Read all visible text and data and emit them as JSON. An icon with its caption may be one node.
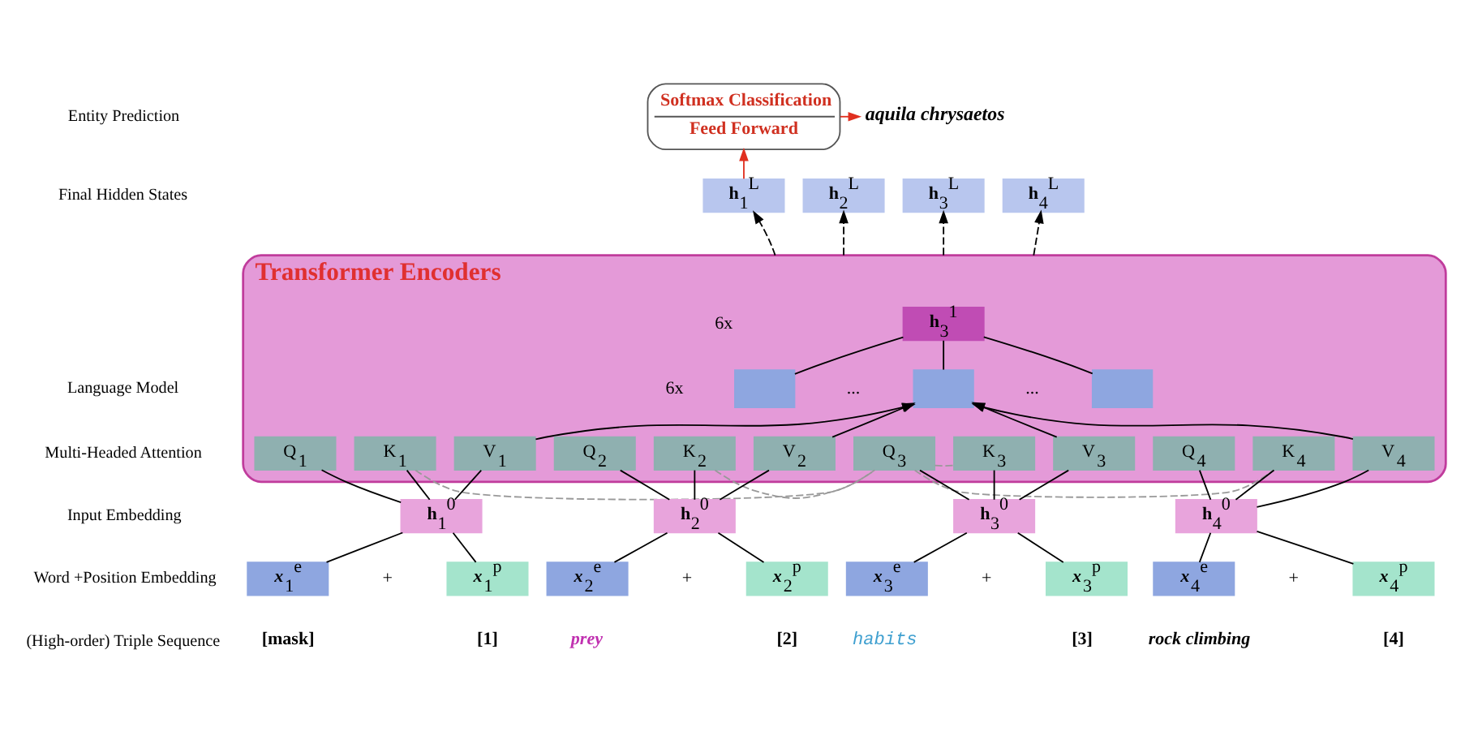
{
  "diagram": {
    "nodes": [
      {
        "text": [
          "Softmax Classification",
          "Feed Forward"
        ]
      },
      {
        "text": [
          "*aquila chrysaetos*"
        ]
      },
      {
        "text": [
          "**h**$_{1}$$^{L}$"
        ]
      },
      {
        "text": [
          "**h**$_{2}$$^{L}$"
        ]
      },
      {
        "text": [
          "**h**$_{3}$$^{L}$"
        ]
      },
      {
        "text": [
          "**h**$_{4}$$^{L}$"
        ]
      },
      {
        "text": [
          "Transformer Encoders"
        ]
      },
      {
        "text": [
          "**h**$_{3}$$^{1}$"
        ],
        "in": 6
      },
      {
        "text": [],
        "shape": "box",
        "in": 6
      },
      {
        "text": [],
        "shape": "box",
        "in": 6
      },
      {
        "text": [],
        "shape": "box",
        "in": 6
      },
      {
        "text": [
          "Q$_{1}$"
        ],
        "in": 6
      },
      {
        "text": [
          "K$_{1}$"
        ],
        "in": 6
      },
      {
        "text": [
          "V$_{1}$"
        ],
        "in": 6
      },
      {
        "text": [
          "Q$_{2}$"
        ],
        "in": 6
      },
      {
        "text": [
          "K$_{2}$"
        ],
        "in": 6
      },
      {
        "text": [
          "V$_{2}$"
        ],
        "in": 6
      },
      {
        "text": [
          "Q$_{3}$"
        ],
        "in": 6
      },
      {
        "text": [
          "K$_{3}$"
        ],
        "in": 6
      },
      {
        "text": [
          "V$_{3}$"
        ],
        "in": 6
      },
      {
        "text": [
          "Q$_{4}$"
        ],
        "in": 6
      },
      {
        "text": [
          "K$_{4}$"
        ],
        "in": 6
      },
      {
        "text": [
          "V$_{4}$"
        ],
        "in": 6
      },
      {
        "text": [
          "**h**$_{1}$$^{0}$"
        ]
      },
      {
        "text": [
          "**h**$_{2}$$^{0}$"
        ]
      },
      {
        "text": [
          "**h**$_{3}$$^{0}$"
        ]
      },
      {
        "text": [
          "**h**$_{4}$$^{0}$"
        ]
      },
      {
        "text": [
          "**x**$_{1}$$^{e}$"
        ]
      },
      {
        "text": [
          "**x**$_{1}$$^{p}$"
        ]
      },
      {
        "text": [
          "**x**$_{2}$$^{e}$"
        ]
      },
      {
        "text": [
          "**x**$_{2}$$^{p}$"
        ]
      },
      {
        "text": [
          "**x**$_{3}$$^{e}$"
        ]
      },
      {
        "text": [
          "**x**$_{3}$$^{p}$"
        ]
      },
      {
        "text": [
          "**x**$_{4}$$^{e}$"
        ]
      },
      {
        "text": [
          "**x**$_{4}$$^{p}$"
        ]
      }
    ],
    "edges": [
      {
        "from": 2,
        "to": 0,
        "arrow": "to",
        "color": "#e03020"
      },
      {
        "from": 0,
        "to": 1,
        "arrow": "to",
        "color": "#e03020"
      },
      {
        "from": 6,
        "to": 2,
        "arrow": "to",
        "style": "dashed"
      },
      {
        "from": 6,
        "to": 3,
        "arrow": "to",
        "style": "dashed"
      },
      {
        "from": 6,
        "to": 4,
        "arrow": "to",
        "style": "dashed"
      },
      {
        "from": 6,
        "to": 5,
        "arrow": "to",
        "style": "dashed"
      },
      {
        "from": 8,
        "to": 7,
        "arrow": "none"
      },
      {
        "from": 9,
        "to": 7,
        "arrow": "none"
      },
      {
        "from": 10,
        "to": 7,
        "arrow": "none"
      },
      {
        "from": 13,
        "to": 9,
        "arrow": "to"
      },
      {
        "from": 16,
        "to": 9,
        "arrow": "to"
      },
      {
        "from": 19,
        "to": 9,
        "arrow": "to"
      },
      {
        "from": 22,
        "to": 9,
        "arrow": "to"
      },
      {
        "from": 12,
        "to": 17,
        "arrow": "none",
        "style": "dashed",
        "color": "#999999"
      },
      {
        "from": 15,
        "to": 17,
        "arrow": "none",
        "style": "dashed",
        "color": "#999999"
      },
      {
        "from": 17,
        "to": 18,
        "arrow": "none",
        "style": "dashed",
        "color": "#999999"
      },
      {
        "from": 17,
        "to": 21,
        "arrow": "none",
        "style": "dashed",
        "color": "#999999"
      },
      {
        "from": 23,
        "to": 11,
        "arrow": "none"
      },
      {
        "from": 23,
        "to": 12,
        "arrow": "none"
      },
      {
        "from": 23,
        "to": 13,
        "arrow": "none"
      },
      {
        "from": 24,
        "to": 14,
        "arrow": "none"
      },
      {
        "from": 24,
        "to": 15,
        "arrow": "none"
      },
      {
        "from": 24,
        "to": 16,
        "arrow": "none"
      },
      {
        "from": 25,
        "to": 17,
        "arrow": "none"
      },
      {
        "from": 25,
        "to": 18,
        "arrow": "none"
      },
      {
        "from": 25,
        "to": 19,
        "arrow": "none"
      },
      {
        "from": 26,
        "to": 20,
        "arrow": "none"
      },
      {
        "from": 26,
        "to": 21,
        "arrow": "none"
      },
      {
        "from": 26,
        "to": 22,
        "arrow": "none"
      },
      {
        "from": 27,
        "to": 23,
        "arrow": "none"
      },
      {
        "from": 28,
        "to": 23,
        "arrow": "none"
      },
      {
        "from": 29,
        "to": 24,
        "arrow": "none"
      },
      {
        "from": 30,
        "to": 24,
        "arrow": "none"
      },
      {
        "from": 31,
        "to": 25,
        "arrow": "none"
      },
      {
        "from": 32,
        "to": 25,
        "arrow": "none"
      },
      {
        "from": 33,
        "to": 26,
        "arrow": "none"
      },
      {
        "from": 34,
        "to": 26,
        "arrow": "none"
      }
    ],
    "labels": [
      "Entity Prediction",
      "Final Hidden States",
      "6x",
      "Language Model",
      "6x",
      "...",
      "...",
      "Multi-Headed Attention",
      "Input Embedding",
      "+",
      "+",
      "+",
      "+",
      "Word +Position Embedding",
      "(High-order) Triple Sequence",
      "[mask]",
      "[1]",
      "prey",
      "[2]",
      "habits",
      "[3]",
      "rock climbing",
      "[4]"
    ]
  }
}
